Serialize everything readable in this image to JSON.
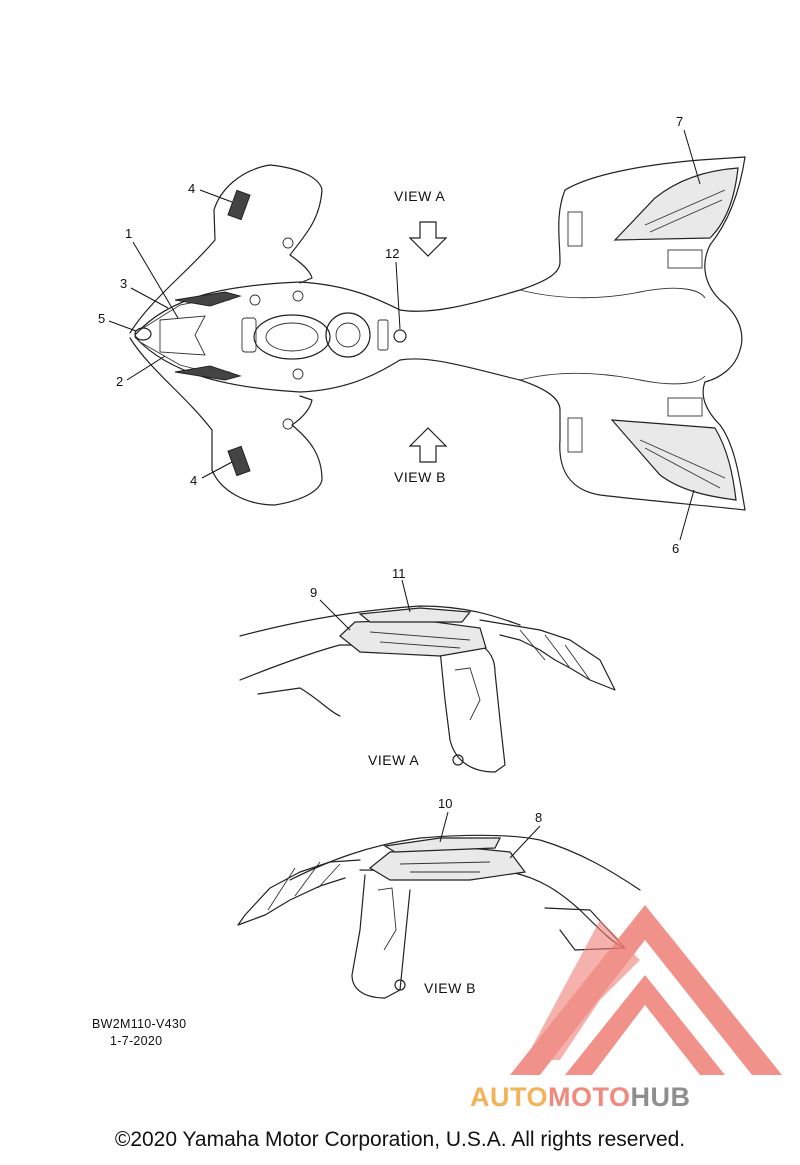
{
  "callouts": {
    "c1": "1",
    "c2": "2",
    "c3": "3",
    "c4a": "4",
    "c4b": "4",
    "c5": "5",
    "c6": "6",
    "c7": "7",
    "c8": "8",
    "c9": "9",
    "c10": "10",
    "c11": "11",
    "c12": "12"
  },
  "views": {
    "view_a_top": "VIEW A",
    "view_b_top": "VIEW B",
    "view_a_caption": "VIEW A",
    "view_b_caption": "VIEW B"
  },
  "drawing": {
    "code": "BW2M110-V430",
    "date": "1-7-2020"
  },
  "footer": {
    "copyright": "©2020 Yamaha Motor Corporation, U.S.A. All rights reserved."
  },
  "watermark": {
    "part1": "AUTO",
    "part2": "MOTO",
    "part3": "HUB",
    "colors": {
      "auto": "#f2b35a",
      "moto": "#f08a7e",
      "hub": "#8e8e8e",
      "logo": "#ef7f76"
    }
  }
}
